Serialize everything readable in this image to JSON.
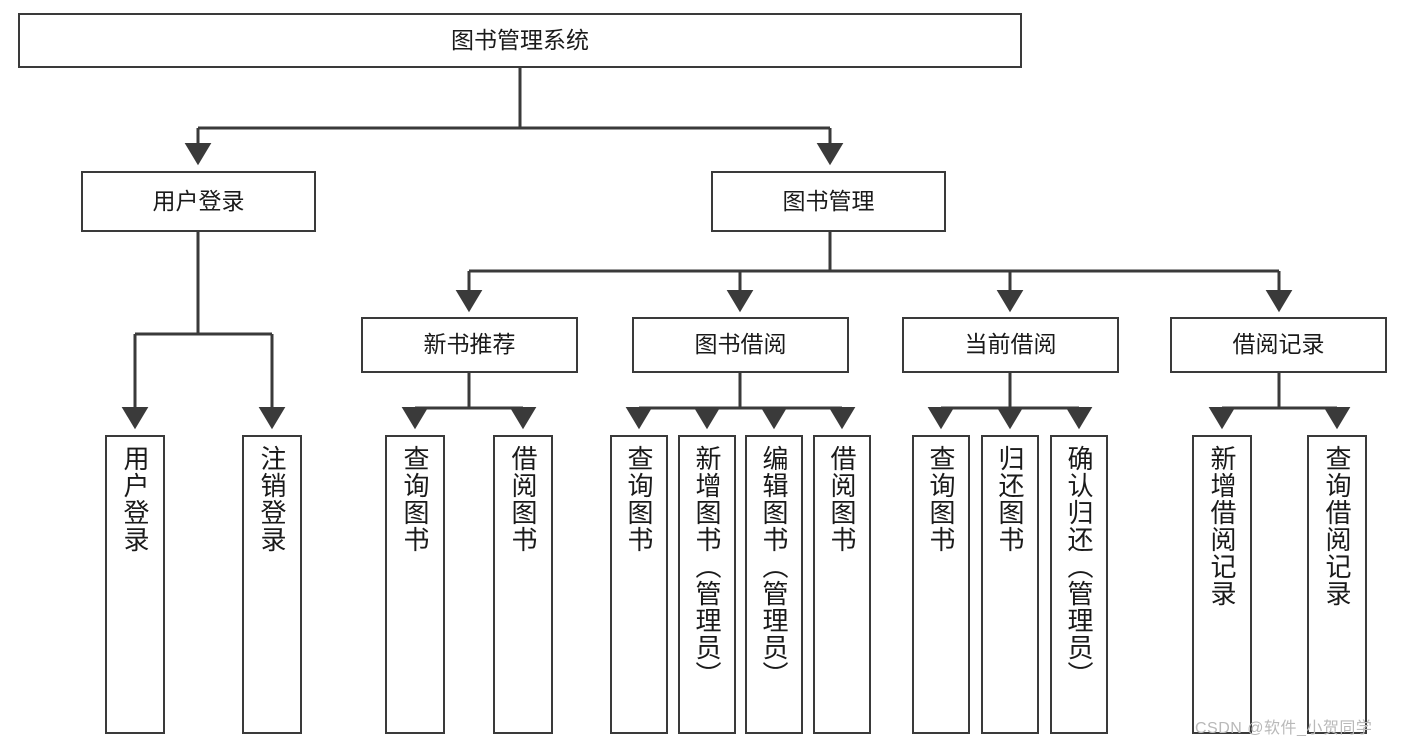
{
  "diagram": {
    "type": "hierarchy-tree",
    "title": "图书管理系统",
    "watermark": "CSDN @软件_小贺同学",
    "colors": {
      "box_border": "#3a3a3a",
      "box_fill": "#ffffff",
      "edge": "#3a3a3a",
      "text": "#1a1a1a",
      "watermark": "#b9b9b9"
    },
    "nodes": {
      "root": {
        "label": "图书管理系统"
      },
      "level2": [
        {
          "label": "用户登录"
        },
        {
          "label": "图书管理"
        }
      ],
      "level3": [
        {
          "label": "新书推荐"
        },
        {
          "label": "图书借阅"
        },
        {
          "label": "当前借阅"
        },
        {
          "label": "借阅记录"
        }
      ],
      "leaves": {
        "user_login": [
          {
            "label": "用户登录"
          },
          {
            "label": "注销登录"
          }
        ],
        "new_book": [
          {
            "label": "查询图书"
          },
          {
            "label": "借阅图书"
          }
        ],
        "book_borrow": [
          {
            "label": "查询图书"
          },
          {
            "label": "新增图书（管理员）"
          },
          {
            "label": "编辑图书（管理员）"
          },
          {
            "label": "借阅图书"
          }
        ],
        "current_borrow": [
          {
            "label": "查询图书"
          },
          {
            "label": "归还图书"
          },
          {
            "label": "确认归还（管理员）"
          }
        ],
        "borrow_record": [
          {
            "label": "新增借阅记录"
          },
          {
            "label": "查询借阅记录"
          }
        ]
      }
    }
  }
}
